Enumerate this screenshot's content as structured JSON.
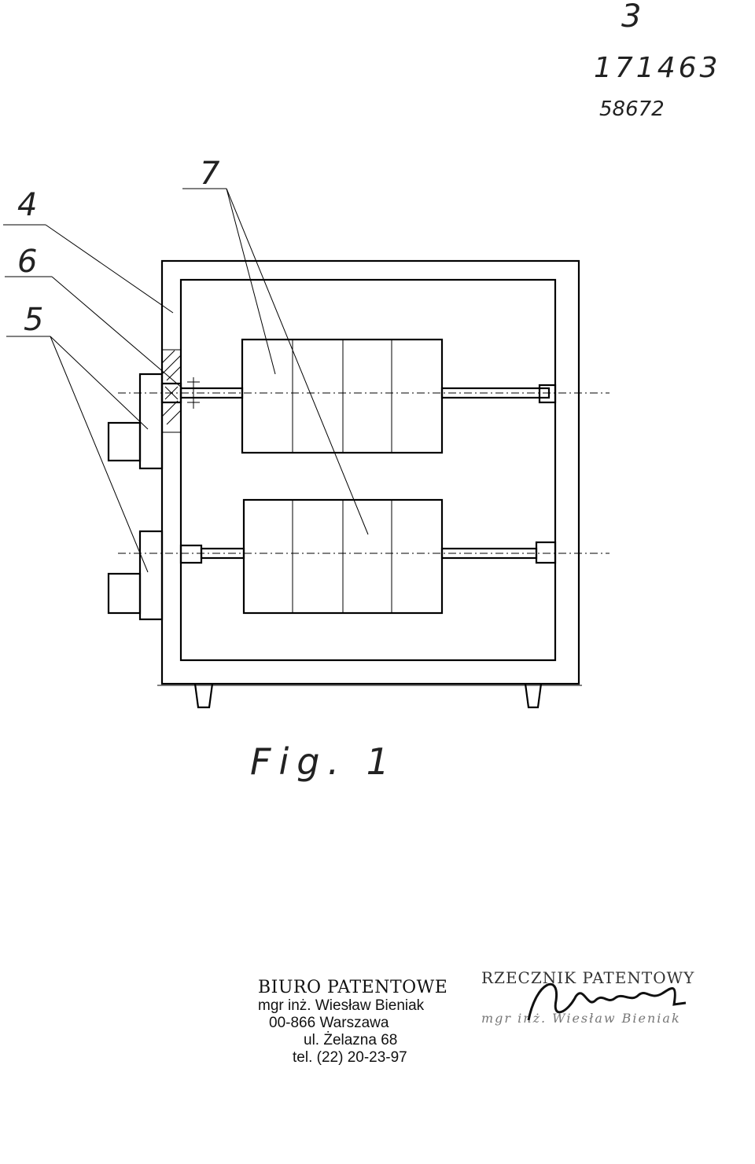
{
  "header": {
    "page_number": "3",
    "doc_number": "171463",
    "ref_number": "58672"
  },
  "drawing": {
    "labels": [
      {
        "id": "4",
        "text": "4"
      },
      {
        "id": "6",
        "text": "6"
      },
      {
        "id": "5",
        "text": "5"
      },
      {
        "id": "7",
        "text": "7"
      }
    ],
    "caption": "Fig. 1"
  },
  "stamp": {
    "title": "BIURO PATENTOWE",
    "lines": [
      "mgr inż. Wiesław Bieniak",
      "00-866 Warszawa",
      "ul. Żelazna 68",
      "tel. (22) 20-23-97"
    ]
  },
  "signature_stamp": {
    "title": "RZECZNIK PATENTOWY",
    "subtitle": "mgr inż. Wiesław Bieniak"
  }
}
